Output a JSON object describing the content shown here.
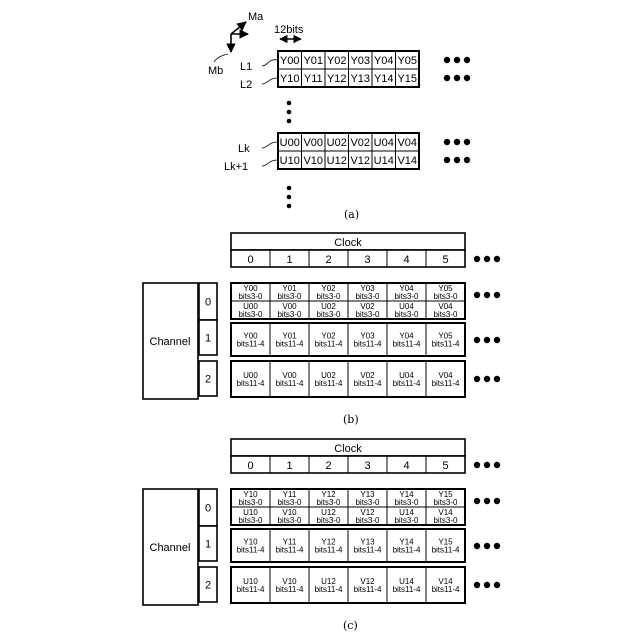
{
  "panel_a": {
    "axis_h_label": "Ma",
    "axis_v_label": "Mb",
    "width_label": "12bits",
    "row_labels": [
      "L1",
      "L2",
      "Lk",
      "Lk+1"
    ],
    "rows_top": [
      [
        "Y00",
        "Y01",
        "Y02",
        "Y03",
        "Y04",
        "Y05"
      ],
      [
        "Y10",
        "Y11",
        "Y12",
        "Y13",
        "Y14",
        "Y15"
      ]
    ],
    "rows_bottom": [
      [
        "U00",
        "V00",
        "U02",
        "V02",
        "U04",
        "V04"
      ],
      [
        "U10",
        "V10",
        "U12",
        "V12",
        "U14",
        "V14"
      ]
    ],
    "more": "●●●",
    "caption": "(a)"
  },
  "panel_b": {
    "clock_label": "Clock",
    "clock_values": [
      "0",
      "1",
      "2",
      "3",
      "4",
      "5"
    ],
    "channel_label": "Channel",
    "channel_numbers": [
      "0",
      "1",
      "2"
    ],
    "ch0_row1": [
      {
        "name": "Y00",
        "bits": "bits3-0"
      },
      {
        "name": "Y01",
        "bits": "bits3-0"
      },
      {
        "name": "Y02",
        "bits": "bits3-0"
      },
      {
        "name": "Y03",
        "bits": "bits3-0"
      },
      {
        "name": "Y04",
        "bits": "bits3-0"
      },
      {
        "name": "Y05",
        "bits": "bits3-0"
      }
    ],
    "ch0_row2": [
      {
        "name": "U00",
        "bits": "bits3-0"
      },
      {
        "name": "V00",
        "bits": "bits3-0"
      },
      {
        "name": "U02",
        "bits": "bits3-0"
      },
      {
        "name": "V02",
        "bits": "bits3-0"
      },
      {
        "name": "U04",
        "bits": "bits3-0"
      },
      {
        "name": "V04",
        "bits": "bits3-0"
      }
    ],
    "ch1": [
      {
        "name": "Y00",
        "bits": "bits11-4"
      },
      {
        "name": "Y01",
        "bits": "bits11-4"
      },
      {
        "name": "Y02",
        "bits": "bits11-4"
      },
      {
        "name": "Y03",
        "bits": "bits11-4"
      },
      {
        "name": "Y04",
        "bits": "bits11-4"
      },
      {
        "name": "Y05",
        "bits": "bits11-4"
      }
    ],
    "ch2": [
      {
        "name": "U00",
        "bits": "bits11-4"
      },
      {
        "name": "V00",
        "bits": "bits11-4"
      },
      {
        "name": "U02",
        "bits": "bits11-4"
      },
      {
        "name": "V02",
        "bits": "bits11-4"
      },
      {
        "name": "U04",
        "bits": "bits11-4"
      },
      {
        "name": "V04",
        "bits": "bits11-4"
      }
    ],
    "more": "●●●",
    "caption": "(b)"
  },
  "panel_c": {
    "clock_label": "Clock",
    "clock_values": [
      "0",
      "1",
      "2",
      "3",
      "4",
      "5"
    ],
    "channel_label": "Channel",
    "channel_numbers": [
      "0",
      "1",
      "2"
    ],
    "ch0_row1": [
      {
        "name": "Y10",
        "bits": "bits3-0"
      },
      {
        "name": "Y11",
        "bits": "bits3-0"
      },
      {
        "name": "Y12",
        "bits": "bits3-0"
      },
      {
        "name": "Y13",
        "bits": "bits3-0"
      },
      {
        "name": "Y14",
        "bits": "bits3-0"
      },
      {
        "name": "Y15",
        "bits": "bits3-0"
      }
    ],
    "ch0_row2": [
      {
        "name": "U10",
        "bits": "bits3-0"
      },
      {
        "name": "V10",
        "bits": "bits3-0"
      },
      {
        "name": "U12",
        "bits": "bits3-0"
      },
      {
        "name": "V12",
        "bits": "bits3-0"
      },
      {
        "name": "U14",
        "bits": "bits3-0"
      },
      {
        "name": "V14",
        "bits": "bits3-0"
      }
    ],
    "ch1": [
      {
        "name": "Y10",
        "bits": "bits11-4"
      },
      {
        "name": "Y11",
        "bits": "bits11-4"
      },
      {
        "name": "Y12",
        "bits": "bits11-4"
      },
      {
        "name": "Y13",
        "bits": "bits11-4"
      },
      {
        "name": "Y14",
        "bits": "bits11-4"
      },
      {
        "name": "Y15",
        "bits": "bits11-4"
      }
    ],
    "ch2": [
      {
        "name": "U10",
        "bits": "bits11-4"
      },
      {
        "name": "V10",
        "bits": "bits11-4"
      },
      {
        "name": "U12",
        "bits": "bits11-4"
      },
      {
        "name": "V12",
        "bits": "bits11-4"
      },
      {
        "name": "U14",
        "bits": "bits11-4"
      },
      {
        "name": "V14",
        "bits": "bits11-4"
      }
    ],
    "more": "●●●",
    "caption": "(c)"
  }
}
